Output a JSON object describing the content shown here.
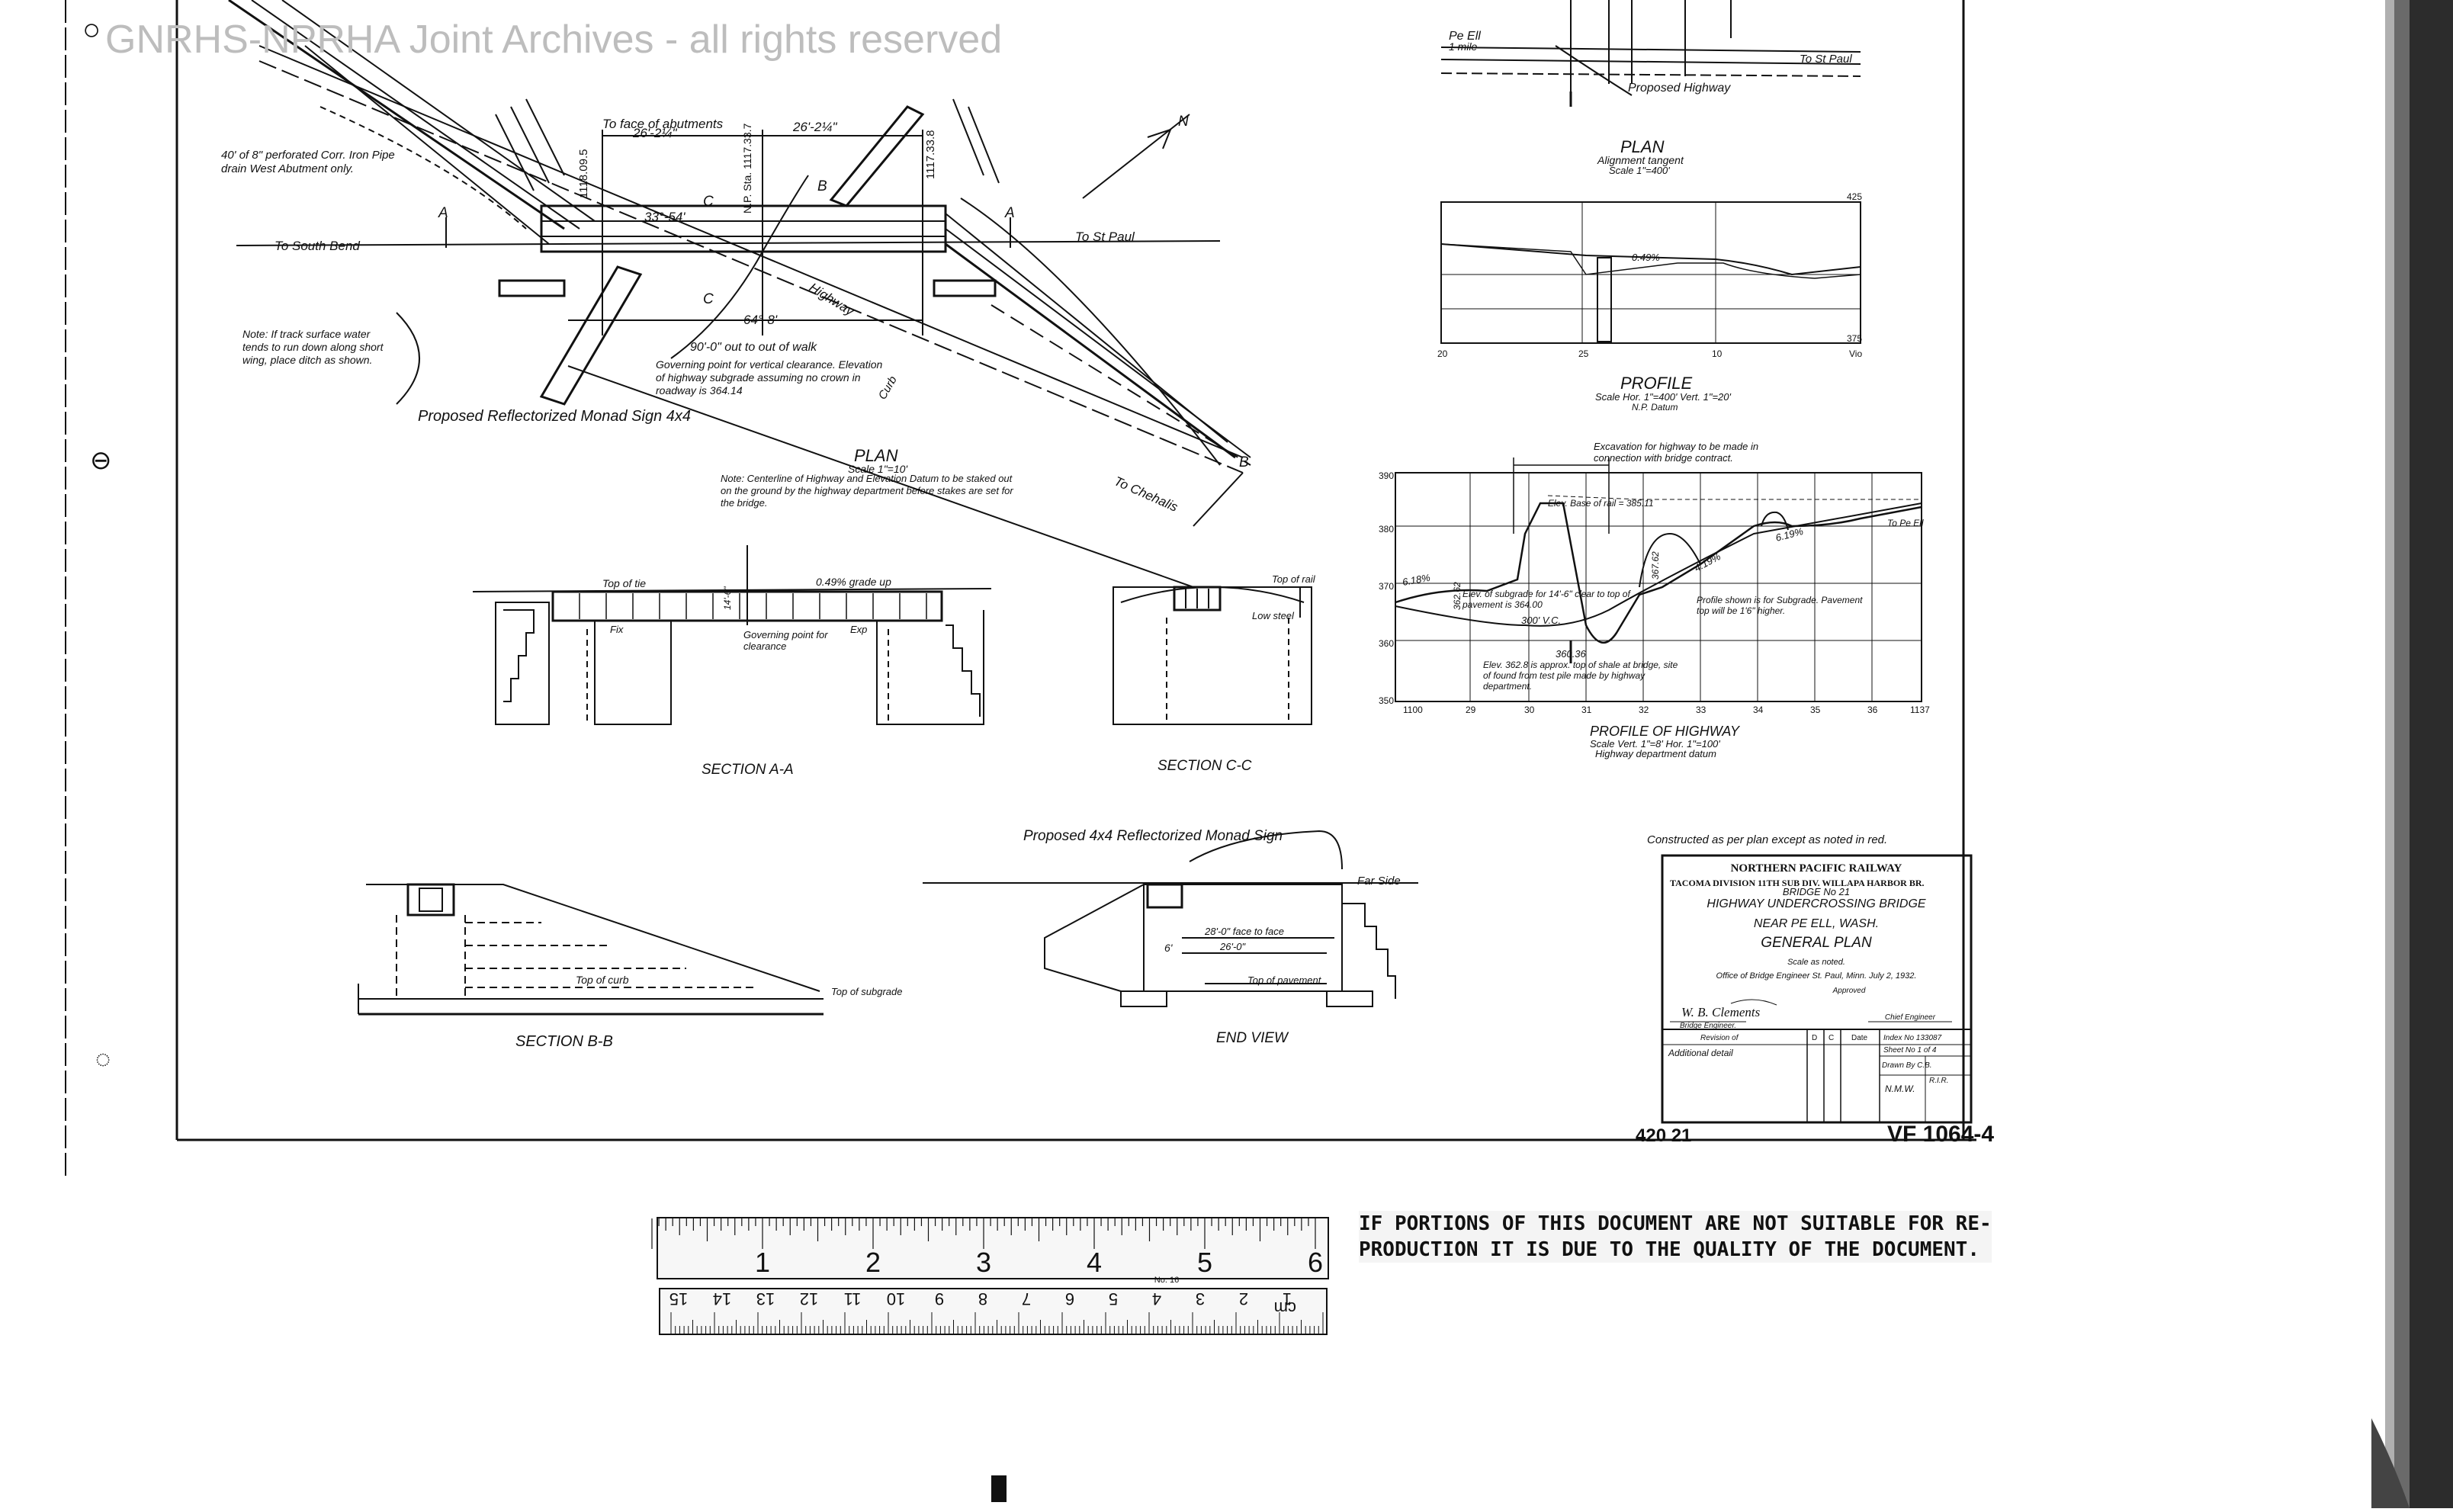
{
  "watermark": "GNRHS-NPRHA Joint Archives - all rights reserved",
  "title_block": {
    "railway": "NORTHERN PACIFIC RAILWAY",
    "division": "TACOMA DIVISION   11TH SUB DIV. WILLAPA HARBOR BR.",
    "bridge_no": "BRIDGE No 21",
    "line1": "HIGHWAY UNDERCROSSING BRIDGE",
    "line2": "NEAR PE ELL, WASH.",
    "line3": "GENERAL PLAN",
    "scale": "Scale as noted.",
    "office": "Office of Bridge Engineer     St. Paul, Minn.  July 2, 1932.",
    "approved": "Approved",
    "signature": "W. B. Clements",
    "bridge_engineer": "Bridge Engineer.",
    "chief_engineer": "Chief Engineer",
    "revision_header": "Revision of",
    "rev_cols": [
      "D",
      "C",
      "Date"
    ],
    "index_no": "Index No 133087",
    "sheet_no": "Sheet No 1 of 4",
    "drawn_by": "Drawn By C.B.",
    "traced_by": "R.I.R.",
    "checked_by": "N.M.W.",
    "revision_entry": "Additional detail",
    "constructed_note": "Constructed as per plan except as noted in red."
  },
  "drawing_numbers": {
    "left": "420  21",
    "right": "VF 1064-4"
  },
  "plan_main": {
    "title": "PLAN",
    "scale": "Scale 1\"=10'",
    "note": "Note: Centerline of Highway and Elevation Datum to be staked out on the ground by the highway department before stakes are set for the bridge.",
    "to_south_bend": "To South Bend",
    "to_st_paul": "To St Paul",
    "to_chehalis": "To Chehalis",
    "pipe_drain": "40' of 8\" perforated Corr. Iron Pipe drain West Abutment only.",
    "track_note": "Note: If track surface water tends to run down along short wing, place ditch as shown.",
    "governing_point": "Governing point for vertical clearance. Elevation of highway subgrade assuming no crown in roadway is 364.14",
    "monad_sign": "Proposed Reflectorized Monad Sign 4x4",
    "highway": "Highway",
    "curb": "Curb",
    "face_abut": "To face of abutments",
    "dim_26_2": "26'-2¼\"",
    "dim_26_2b": "26'-2¼\"",
    "angle": "33°-54'",
    "angle2": "64°-8'",
    "out_to_out": "90'-0\" out to out of walk",
    "elev_left": "1118.09.5",
    "elev_right": "1117.33.8",
    "station": "N.P. Sta. 1117.33.7",
    "mark_a": "A",
    "mark_b": "B",
    "mark_c": "C",
    "north": "N"
  },
  "plan_small": {
    "title": "PLAN",
    "subtitle": "Alignment tangent",
    "scale": "Scale 1\"=400'",
    "pe_ell": "Pe Ell",
    "mile": "1 mile",
    "to_st_paul": "To St Paul",
    "proposed_highway": "Proposed Highway"
  },
  "profile_small": {
    "title": "PROFILE",
    "scale": "Scale Hor. 1\"=400' Vert. 1\"=20'",
    "datum": "N.P. Datum",
    "grade": "0.49%",
    "y_top": "425",
    "y_bottom": "375",
    "x_labels": [
      "20",
      "25",
      "10",
      "Vio"
    ]
  },
  "profile_highway": {
    "title": "PROFILE OF HIGHWAY",
    "scale": "Scale Vert. 1\"=8' Hor. 1\"=100'",
    "datum": "Highway department datum",
    "excavation_note": "Excavation for highway to be made in connection with bridge contract.",
    "elev_base_rail": "Elev. Base of rail = 385.11",
    "subgrade_note": "Elev. of subgrade for 14'-6\" clear to top of pavement is 364.00",
    "pavement_note": "Profile shown is for Subgrade. Pavement top will be 1'6\" higher.",
    "pile_note": "Elev. 362.8 is approx. top of shale at bridge, site of found from test pile made by highway department.",
    "elev_36036": "360.36",
    "vc": "300' V.C.",
    "grade_left": "6.18%",
    "grade_right": "4.19%",
    "grade_right2": "6.19%",
    "elev_362_62": "362.62",
    "elev_367_62": "367.62",
    "y_labels": [
      "390",
      "380",
      "370",
      "360",
      "350"
    ],
    "x_labels": [
      "1100",
      "29",
      "30",
      "31",
      "32",
      "33",
      "34",
      "35",
      "36",
      "1137"
    ],
    "to_pe_ell": "To Pe Ell"
  },
  "section_aa": {
    "title": "SECTION A-A",
    "top_tie": "Top of tie",
    "grade": "0.49% grade up",
    "governing": "Governing point for clearance",
    "fix": "Fix",
    "exp": "Exp",
    "clearance": "14'-6\""
  },
  "section_cc": {
    "title": "SECTION C-C",
    "top_rail": "Top of rail",
    "low_steel": "Low steel"
  },
  "section_bb": {
    "title": "SECTION B-B",
    "top_curb": "Top of curb",
    "top_subgrade": "Top of subgrade"
  },
  "end_view": {
    "title": "END VIEW",
    "monad_sign": "Proposed 4x4 Reflectorized Monad Sign",
    "far_side": "Far Side",
    "face_to_face": "28'-0\" face to face",
    "dim_26": "26'-0\"",
    "top_pavement": "Top of pavement",
    "dim_6": "6'"
  },
  "rulers": {
    "inch_labels": [
      "1",
      "2",
      "3",
      "4",
      "5",
      "6"
    ],
    "cm_labels": [
      "15",
      "14",
      "13",
      "12",
      "11",
      "10",
      "9",
      "8",
      "7",
      "6",
      "5",
      "4",
      "3",
      "2",
      "1"
    ],
    "model": "No. 16",
    "cm_unit": "cm"
  },
  "quality_notice": {
    "line1": "IF PORTIONS OF THIS DOCUMENT ARE NOT SUITABLE FOR RE-",
    "line2": "PRODUCTION IT IS DUE TO THE QUALITY OF THE DOCUMENT."
  }
}
